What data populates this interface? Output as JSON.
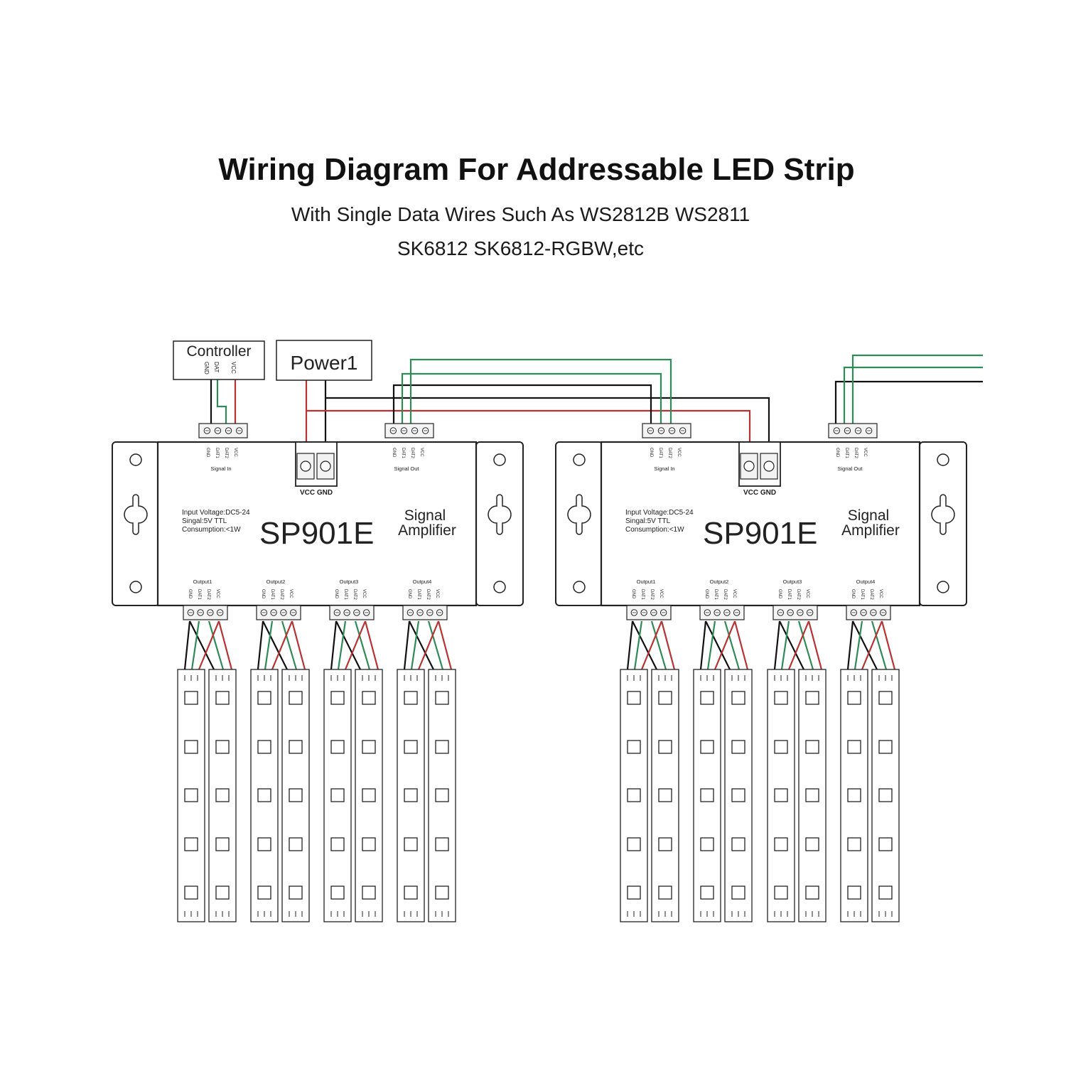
{
  "title": "Wiring Diagram For Addressable LED Strip",
  "subtitle_line1": "With Single Data Wires Such As WS2812B WS2811",
  "subtitle_line2": "SK6812 SK6812-RGBW,etc",
  "controller": {
    "label": "Controller",
    "pins": [
      "GND",
      "DAT",
      "VCC"
    ]
  },
  "power": {
    "label": "Power1"
  },
  "amplifier": {
    "model": "SP901E",
    "name_line1": "Signal",
    "name_line2": "Amplifier",
    "spec_line1": "Input Voltage:DC5-24",
    "spec_line2": "Singal:5V TTL",
    "spec_line3": "Consumption:<1W",
    "power_terminal": "VCC GND",
    "signal_in": "Signal In",
    "signal_out": "Signal Out",
    "signal_pins": [
      "GND",
      "DAT1",
      "DAT2",
      "VCC"
    ],
    "outputs": [
      "Output1",
      "Output2",
      "Output3",
      "Output4"
    ]
  },
  "colors": {
    "gnd": "#111111",
    "data": "#2e8a57",
    "vcc": "#b83232",
    "outline": "#222222"
  }
}
